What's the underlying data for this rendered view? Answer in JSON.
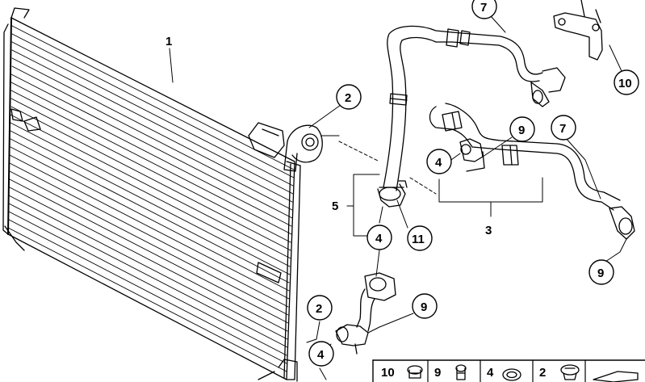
{
  "callouts": [
    "1",
    "2",
    "7",
    "10",
    "9",
    "7",
    "4",
    "5",
    "3",
    "4",
    "11",
    "9",
    "2",
    "9",
    "4"
  ],
  "legend": [
    "10",
    "9",
    "4",
    "2"
  ],
  "colors": {
    "line": "#000000",
    "background": "#ffffff"
  }
}
